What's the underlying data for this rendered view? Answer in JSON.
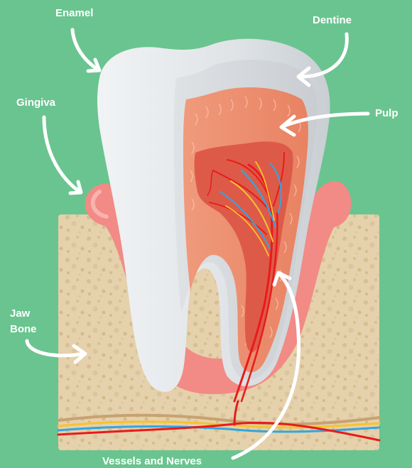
{
  "colors": {
    "background": "#6ac48f",
    "enamel": "#e3e7ea",
    "dentine": "#d2d6da",
    "pulp": "#ec8a6c",
    "gingiva": "#f28a86",
    "bone": "#e5d1ab",
    "nerve": "#f6c232",
    "artery": "#e81b1b",
    "vein": "#33a6e0",
    "arrow": "#ffffff"
  },
  "labels": {
    "enamel": "Enamel",
    "dentine": "Dentine",
    "gingiva": "Gingiva",
    "pulp": "Pulp",
    "jaw_bone_line1": "Jaw",
    "jaw_bone_line2": "Bone",
    "vessels_nerves": "Vessels and Nerves"
  }
}
